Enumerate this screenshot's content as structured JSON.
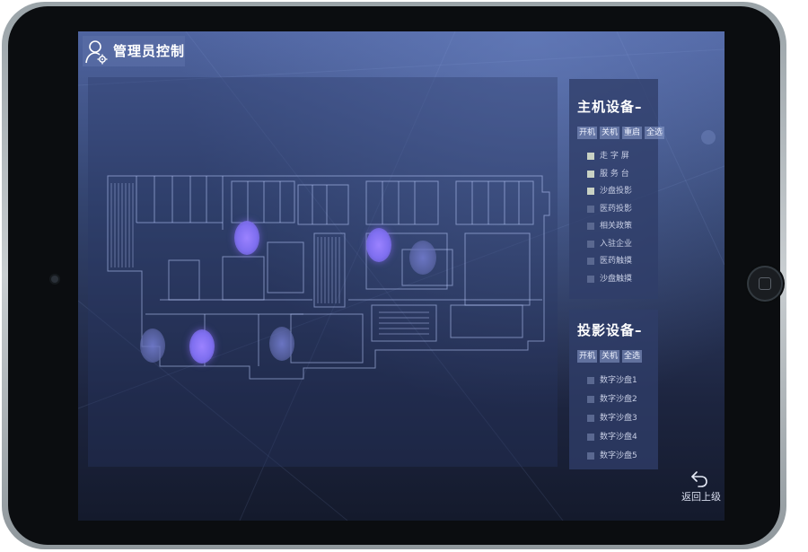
{
  "header": {
    "title": "管理员控制"
  },
  "host_panel": {
    "title": "主机设备–",
    "buttons": [
      "开机",
      "关机",
      "重启",
      "全选"
    ],
    "devices": [
      {
        "label": "走 字 屏",
        "on": true
      },
      {
        "label": "服 务 台",
        "on": true
      },
      {
        "label": "沙盘投影",
        "on": true
      },
      {
        "label": "医药投影",
        "on": false
      },
      {
        "label": "相关政策",
        "on": false
      },
      {
        "label": "入驻企业",
        "on": false
      },
      {
        "label": "医药触摸",
        "on": false
      },
      {
        "label": "沙盘触摸",
        "on": false
      }
    ]
  },
  "projector_panel": {
    "title": "投影设备–",
    "buttons": [
      "开机",
      "关机",
      "全选"
    ],
    "devices": [
      {
        "label": "数字沙盘1",
        "on": false
      },
      {
        "label": "数字沙盘2",
        "on": false
      },
      {
        "label": "数字沙盘3",
        "on": false
      },
      {
        "label": "数字沙盘4",
        "on": false
      },
      {
        "label": "数字沙盘5",
        "on": false
      }
    ]
  },
  "back": {
    "label": "返回上级"
  },
  "colors": {
    "bright_hotspot": "#8f7bff",
    "dim_hotspot": "#6e78c8",
    "panel": "#303e69"
  }
}
